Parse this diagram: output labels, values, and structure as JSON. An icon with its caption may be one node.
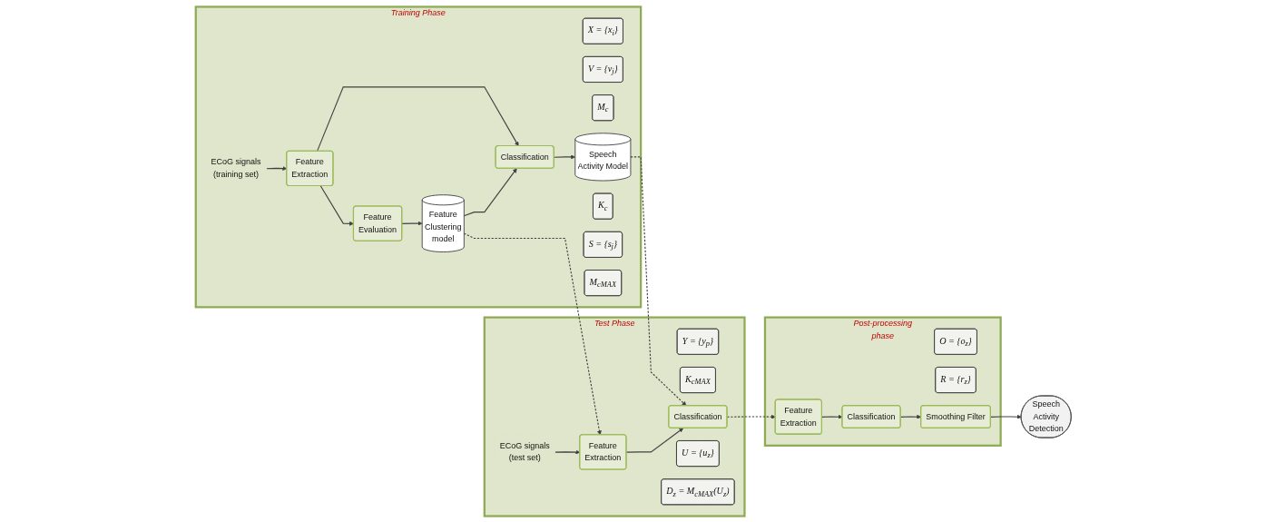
{
  "diagram": {
    "nodes": [
      {
        "text": [
          "Training Phase"
        ]
      },
      {
        "text": [
          "X = {x$_{i}$}"
        ],
        "in": 0
      },
      {
        "text": [
          "V = {v$_{j}$}"
        ],
        "in": 0
      },
      {
        "text": [
          "M$_{c}$"
        ],
        "in": 0
      },
      {
        "text": [
          "ECoG signals (training set)"
        ],
        "in": 0
      },
      {
        "text": [
          "Feature Extraction"
        ],
        "in": 0
      },
      {
        "text": [
          "Feature Evaluation"
        ],
        "in": 0
      },
      {
        "text": [
          "Classification"
        ],
        "in": 0
      },
      {
        "text": [
          "Speech Activity Model"
        ],
        "in": 0
      },
      {
        "text": [
          "Feature Clustering model"
        ],
        "in": 0
      },
      {
        "text": [
          "K$_{c}$"
        ],
        "in": 0
      },
      {
        "text": [
          "S = {s$_{j}$}"
        ],
        "in": 0
      },
      {
        "text": [
          "M$_{cMAX}$"
        ],
        "in": 0
      },
      {
        "text": [
          "Test Phase"
        ]
      },
      {
        "text": [
          "Y = {y$_{p}$}"
        ],
        "in": 13
      },
      {
        "text": [
          "K$_{cMAX}$"
        ],
        "in": 13
      },
      {
        "text": [
          "ECoG signals (test set)"
        ],
        "in": 13
      },
      {
        "text": [
          "Feature Extraction"
        ],
        "in": 13
      },
      {
        "text": [
          "Classification"
        ],
        "in": 13
      },
      {
        "text": [
          "U = {u$_{z}$}"
        ],
        "in": 13
      },
      {
        "text": [
          "D$_{z}$ = M$_{cMAX}$(U$_{z}$)"
        ],
        "in": 13
      },
      {
        "text": [
          "Post-processing phase"
        ]
      },
      {
        "text": [
          "Feature Extraction"
        ],
        "in": 21
      },
      {
        "text": [
          "O = {o$_{z}$}"
        ],
        "in": 21
      },
      {
        "text": [
          "Classification"
        ],
        "in": 21
      },
      {
        "text": [
          "R = {r$_{z}$}"
        ],
        "in": 21
      },
      {
        "text": [
          "Smoothing Filter"
        ],
        "in": 21
      },
      {
        "text": [
          "Speech Activity Detection"
        ]
      }
    ],
    "edges": [
      {
        "from": 4,
        "to": 5,
        "arrow": "to"
      },
      {
        "from": 5,
        "to": 6,
        "arrow": "to"
      },
      {
        "from": 5,
        "to": 7,
        "arrow": "to"
      },
      {
        "from": 6,
        "to": 9,
        "arrow": "to"
      },
      {
        "from": 9,
        "to": 7,
        "arrow": "to"
      },
      {
        "from": 7,
        "to": 8,
        "arrow": "to"
      },
      {
        "from": 9,
        "to": 17,
        "arrow": "to",
        "style": "dashed"
      },
      {
        "from": 8,
        "to": 18,
        "arrow": "to",
        "style": "dashed"
      },
      {
        "from": 16,
        "to": 17,
        "arrow": "to"
      },
      {
        "from": 17,
        "to": 18,
        "arrow": "to"
      },
      {
        "from": 18,
        "to": 22,
        "arrow": "to",
        "style": "dashed"
      },
      {
        "from": 22,
        "to": 24,
        "arrow": "to"
      },
      {
        "from": 24,
        "to": 26,
        "arrow": "to"
      },
      {
        "from": 26,
        "to": 27,
        "arrow": "to"
      }
    ]
  }
}
